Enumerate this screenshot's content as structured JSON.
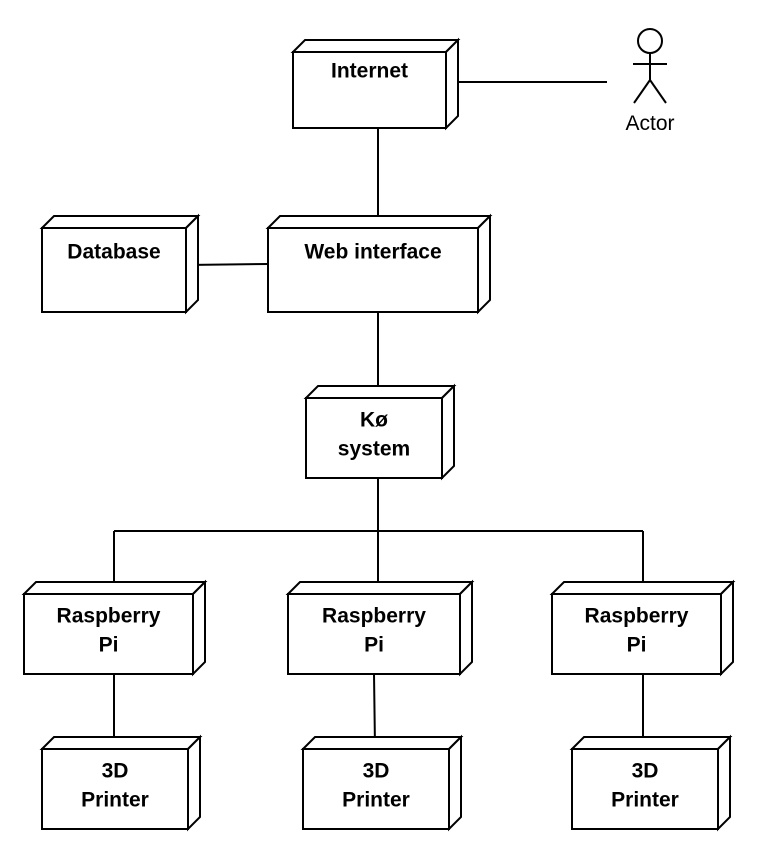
{
  "diagram": {
    "type": "deployment",
    "nodes": {
      "internet": "Internet",
      "database": "Database",
      "web_interface": "Web interface",
      "queue_system": [
        "Kø",
        "system"
      ],
      "raspberry_pi_1": [
        "Raspberry",
        "Pi"
      ],
      "raspberry_pi_2": [
        "Raspberry",
        "Pi"
      ],
      "raspberry_pi_3": [
        "Raspberry",
        "Pi"
      ],
      "printer_1": [
        "3D",
        "Printer"
      ],
      "printer_2": [
        "3D",
        "Printer"
      ],
      "printer_3": [
        "3D",
        "Printer"
      ]
    },
    "actor": "Actor",
    "connections": [
      [
        "internet",
        "actor"
      ],
      [
        "internet",
        "web_interface"
      ],
      [
        "database",
        "web_interface"
      ],
      [
        "web_interface",
        "queue_system"
      ],
      [
        "queue_system",
        "raspberry_pi_1"
      ],
      [
        "queue_system",
        "raspberry_pi_2"
      ],
      [
        "queue_system",
        "raspberry_pi_3"
      ],
      [
        "raspberry_pi_1",
        "printer_1"
      ],
      [
        "raspberry_pi_2",
        "printer_2"
      ],
      [
        "raspberry_pi_3",
        "printer_3"
      ]
    ]
  }
}
